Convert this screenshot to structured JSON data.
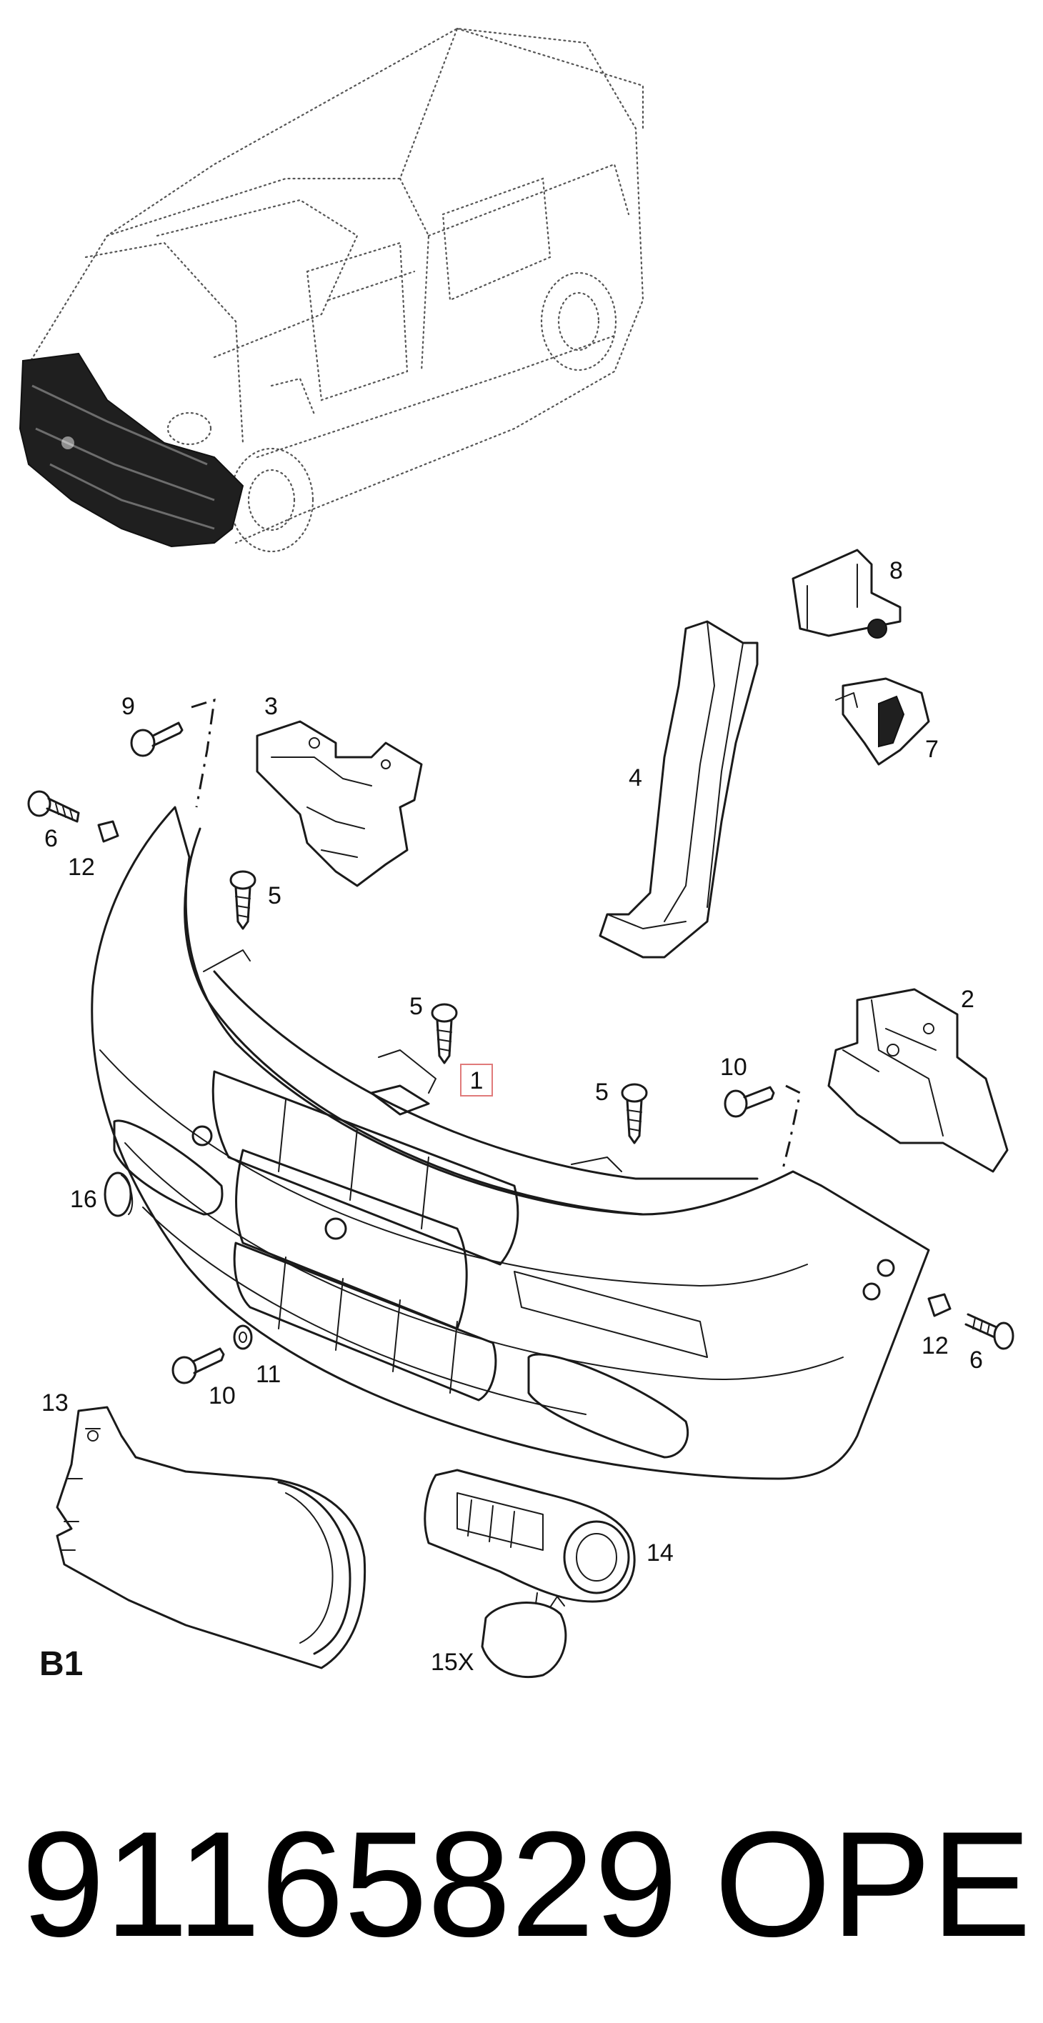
{
  "labels": {
    "p1": "1",
    "p2": "2",
    "p3": "3",
    "p4": "4",
    "p5a": "5",
    "p5b": "5",
    "p5c": "5",
    "p6a": "6",
    "p6b": "6",
    "p7": "7",
    "p8": "8",
    "p9": "9",
    "p10a": "10",
    "p10b": "10",
    "p11": "11",
    "p12a": "12",
    "p12b": "12",
    "p13": "13",
    "p14": "14",
    "p15": "15X",
    "p16": "16"
  },
  "section": "B1",
  "part_number": "91165829",
  "brand": "OPEL",
  "colors": {
    "highlight_box": "#e07a7a",
    "ink": "#1a1a1a"
  }
}
